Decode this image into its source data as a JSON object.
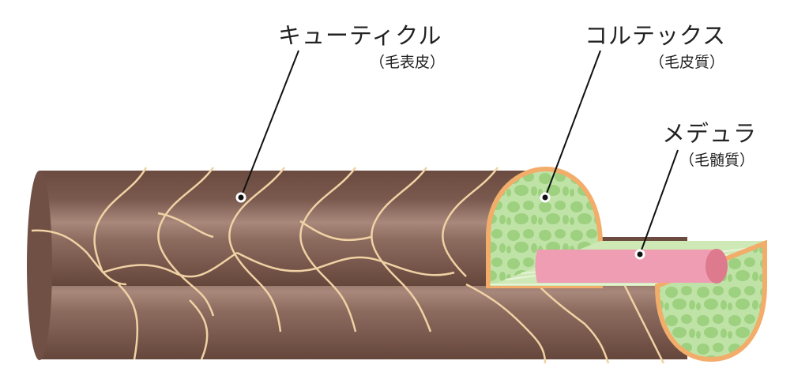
{
  "labels": {
    "cuticle": {
      "name": "キューティクル",
      "sub": "（毛表皮）"
    },
    "cortex": {
      "name": "コルテックス",
      "sub": "（毛皮質）"
    },
    "medulla": {
      "name": "メデュラ",
      "sub": "（毛髄質）"
    }
  },
  "colors": {
    "hair_dark": "#6b4a3f",
    "hair_light": "#a8887b",
    "scale_edge": "#f0d2a5",
    "cortex": "#b9e09f",
    "cortex_cells": "#9dd07f",
    "cortex_border": "#f2ad6a",
    "medulla": "#ef9db2",
    "medulla_end": "#dd7a8e"
  }
}
